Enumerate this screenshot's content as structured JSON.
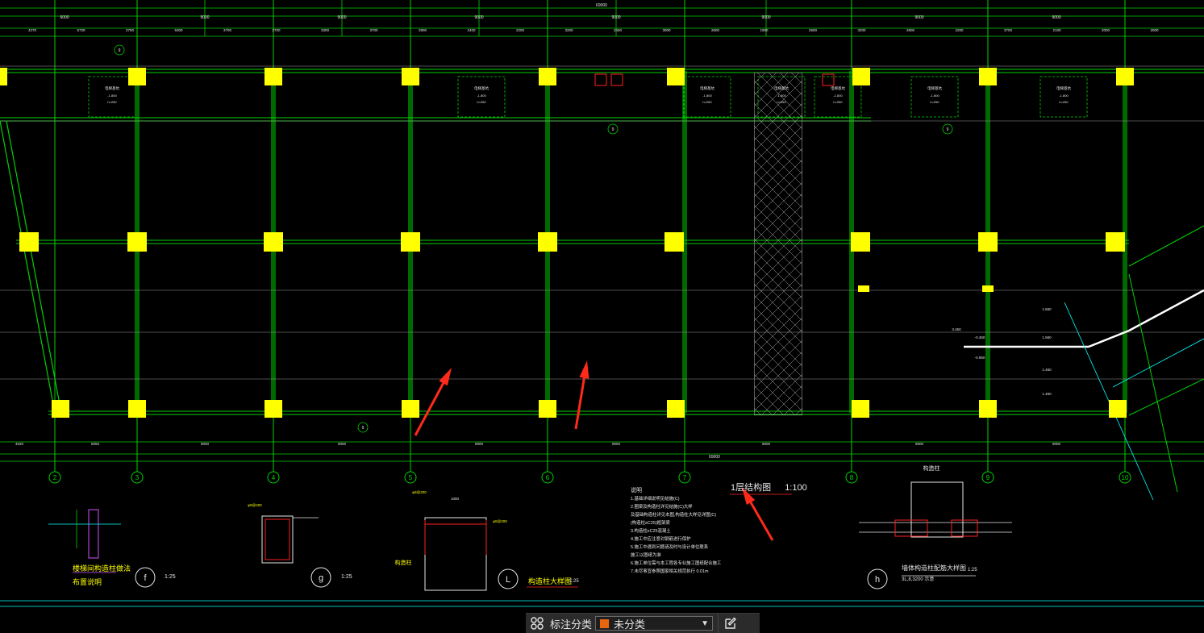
{
  "drawing": {
    "top_overall_dim": "69000",
    "bottom_overall_dim": "69000",
    "top_bay_dims": [
      "6000",
      "9000",
      "9000",
      "9000",
      "9000",
      "9000",
      "9000",
      "9000"
    ],
    "top_detail_dims": [
      "4270",
      "5730",
      "3700",
      "5300",
      "3700",
      "2700",
      "3300",
      "3700",
      "2900",
      "2400",
      "2200",
      "3200",
      "2450",
      "3000",
      "2600",
      "1900",
      "2600",
      "3200",
      "2600",
      "2200",
      "3700",
      "2100",
      "2000",
      "2000"
    ],
    "bottom_bay_dims": [
      "4520",
      "5050",
      "9000",
      "9000",
      "9000",
      "9000",
      "9000",
      "9000",
      "9000"
    ],
    "axis_labels": [
      "2",
      "3",
      "4",
      "5",
      "6",
      "7",
      "8",
      "9",
      "10"
    ],
    "room_tags": [
      {
        "name": "电梯基坑",
        "note": "-1.800",
        "sub": "h=250"
      },
      {
        "name": "电梯基坑",
        "note": "-1.800",
        "sub": "h=250"
      },
      {
        "name": "电梯基坑",
        "note": "-1.800",
        "sub": "h=250"
      },
      {
        "name": "电梯基坑",
        "note": "-1.800",
        "sub": "h=250"
      },
      {
        "name": "电梯基坑",
        "note": "-1.800",
        "sub": "h=250"
      },
      {
        "name": "电梯基坑",
        "note": "-1.800",
        "sub": "h=250"
      },
      {
        "name": "电梯基坑",
        "note": "-1.800",
        "sub": "h=250"
      }
    ],
    "section_markers": [
      "9",
      "9",
      "9",
      "9"
    ],
    "elevations": [
      "1.660",
      "1.560",
      "3.450",
      "-0.450",
      "-0.950",
      "1.450",
      "1.450"
    ],
    "plan_title": "1层结构图",
    "plan_scale": "1:100",
    "notes_title": "说明",
    "notes_lines": [
      "1.基础详细说明见结施(C)",
      "2.圈梁及构造柱详见结施(C)大样",
      "  及基础构造柱详见本图,构造柱大样见详图(C)",
      "  (构造柱≥C25)框架梁",
      "3.构造柱≥C25混凝土",
      "4.施工中应注意对钢筋进行保护",
      "5.施工中遇到问题请及时与设计单位联系",
      "  施工以图纸为准",
      "6.施工单位需与本工程各专业施工图纸配合施工",
      "7.未尽事宜参照国家相关规范执行     0.01m"
    ],
    "detail_labels": [
      {
        "id": "f",
        "scale": "1:25",
        "title": "楼梯间构造柱做法",
        "subtitle": "布置说明"
      },
      {
        "id": "g",
        "scale": "1:25",
        "title": "",
        "subtitle": ""
      },
      {
        "id": "L",
        "scale": "1:25",
        "title": "构造柱大样图",
        "subtitle": ""
      },
      {
        "id": "h",
        "scale": "1:25",
        "title": "墙体构造柱配筋大样图",
        "subtitle": "3L,8,3200 示意"
      }
    ],
    "detail_misc": [
      "构造柱",
      "构造柱",
      "φ8@200",
      "1000",
      "φ8@200",
      "φ8@200"
    ]
  },
  "colors": {
    "background": "#000000",
    "grid_green": "#00d200",
    "column_yellow": "#ffff00",
    "text_white": "#e6e6e6",
    "rebar_red": "#ff2020",
    "arrow_red": "#ff2a1a",
    "cyan": "#00ffff",
    "hatch": "#b0b0b0"
  },
  "bottom_bar": {
    "icon": "grid-layout-icon",
    "label": "标注分类",
    "category_value": "未分类",
    "category_color": "#e8650f",
    "dropdown_icon": "chevron-down-icon",
    "edit_icon": "edit-icon"
  }
}
